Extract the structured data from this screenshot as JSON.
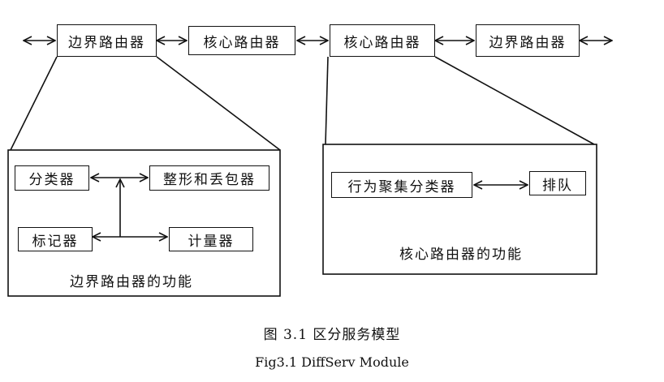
{
  "top_row": [
    {
      "label": "边界路由器"
    },
    {
      "label": "核心路由器"
    },
    {
      "label": "核心路由器"
    },
    {
      "label": "边界路由器"
    }
  ],
  "edge_function": {
    "caption": "边界路由器的功能",
    "classifier": "分类器",
    "shaper_dropper": "整形和丢包器",
    "marker": "标记器",
    "meter": "计量器"
  },
  "core_function": {
    "caption": "核心路由器的功能",
    "ba_classifier": "行为聚集分类器",
    "queue": "排队"
  },
  "figure": {
    "caption_cn": "图 3.1  区分服务模型",
    "caption_en": "Fig3.1 DiffServ Module"
  }
}
